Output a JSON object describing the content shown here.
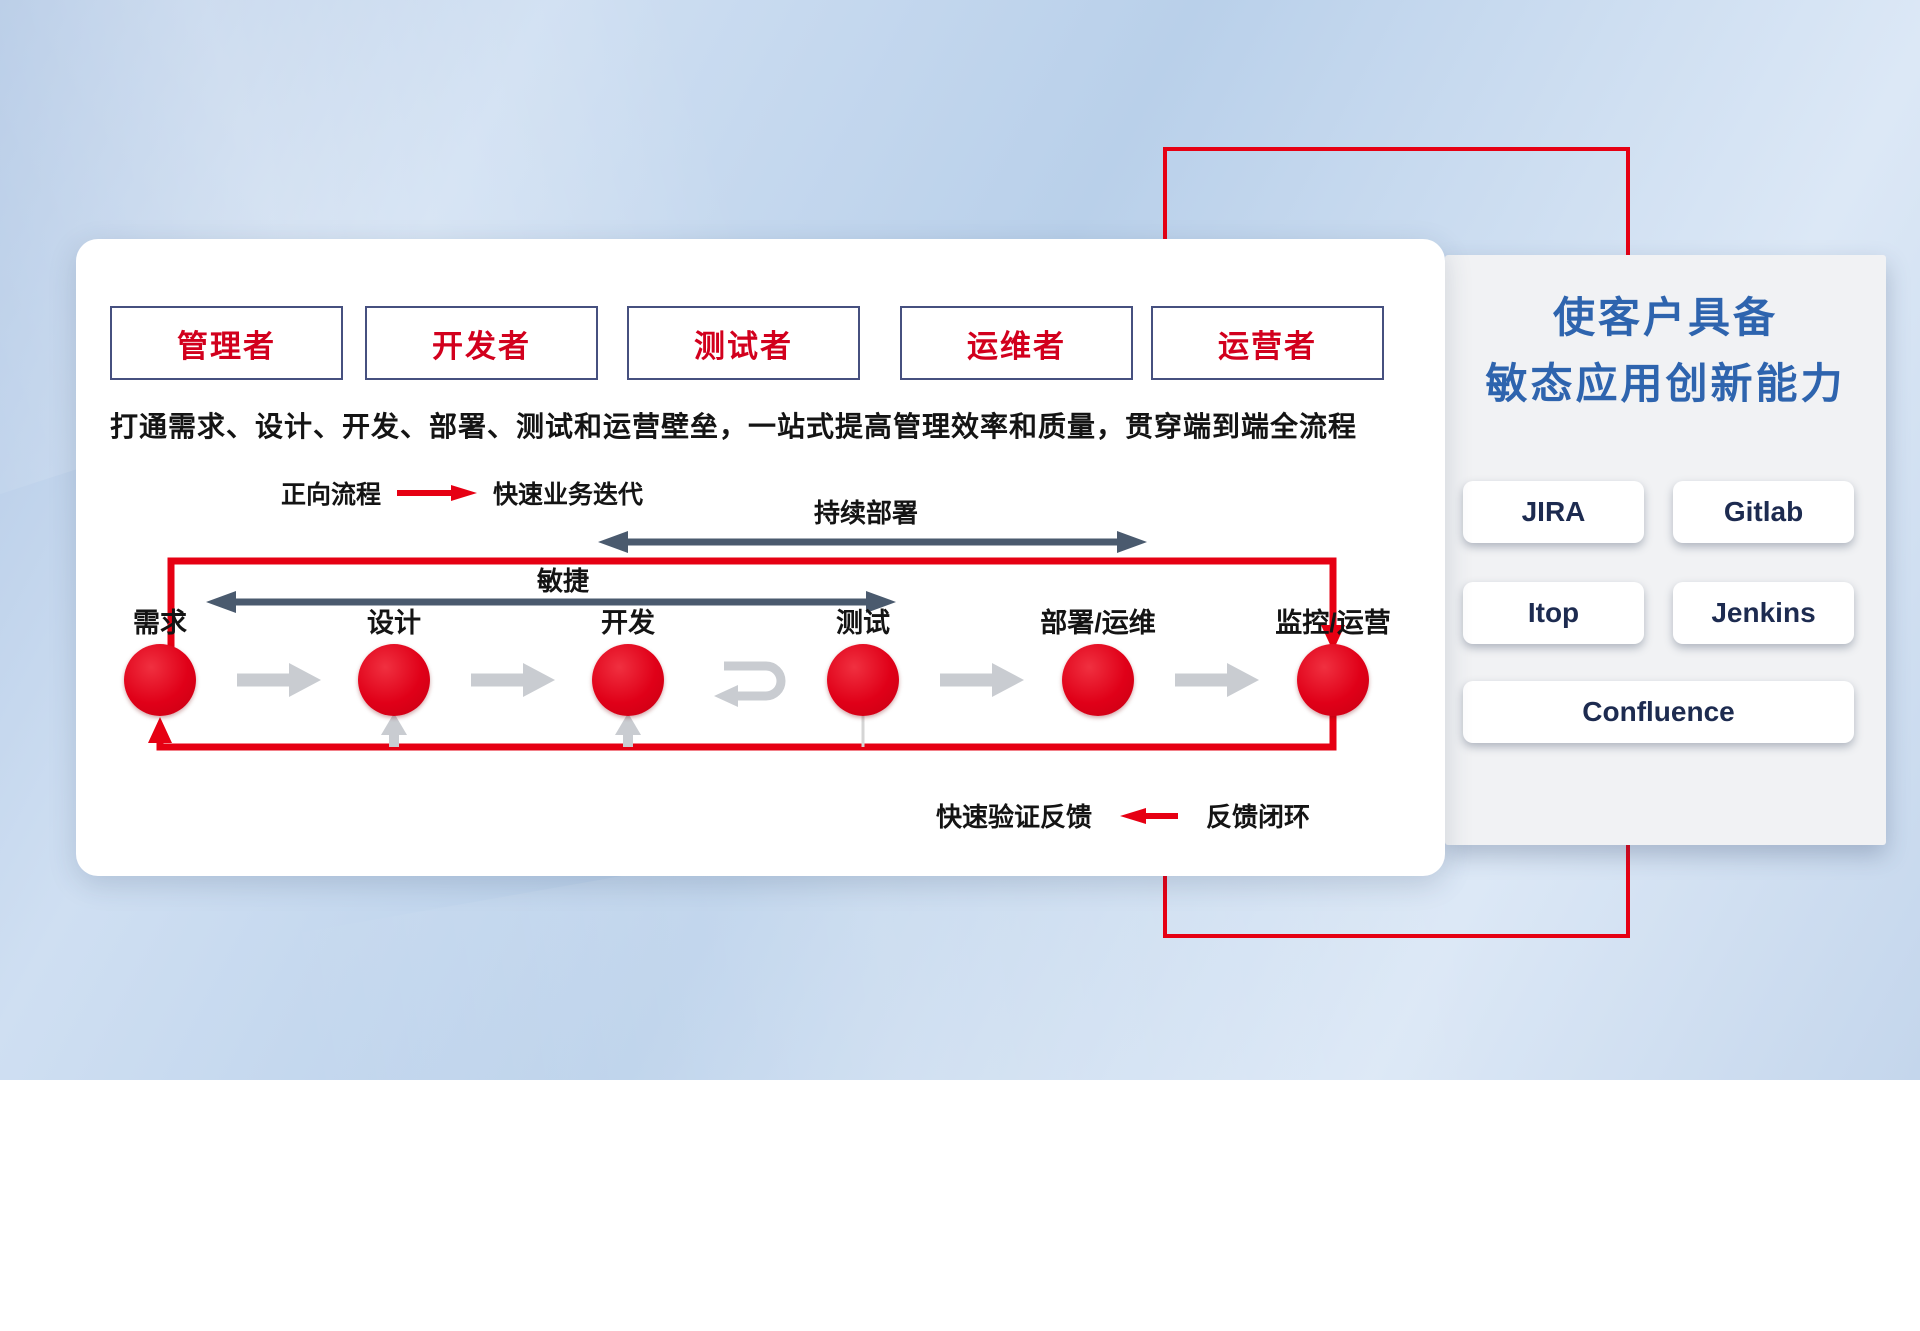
{
  "card": {
    "roles": [
      "管理者",
      "开发者",
      "测试者",
      "运维者",
      "运营者"
    ],
    "description": "打通需求、设计、开发、部署、测试和运营壁垒，一站式提高管理效率和质量，贯穿端到端全流程",
    "legend": {
      "forward_label": "正向流程",
      "forward_desc": "快速业务迭代"
    },
    "spans": {
      "continuous_deployment": "持续部署",
      "agile": "敏捷"
    },
    "steps": [
      "需求",
      "设计",
      "开发",
      "测试",
      "部署/运维",
      "监控/运营"
    ],
    "feedback": {
      "desc": "快速验证反馈",
      "label": "反馈闭环"
    }
  },
  "panel": {
    "title_line1": "使客户具备",
    "title_line2": "敏态应用创新能力",
    "tools": [
      "JIRA",
      "Gitlab",
      "Itop",
      "Jenkins",
      "Confluence"
    ]
  },
  "colors": {
    "red": "#e60013",
    "dark_arrow": "#4a5a6e",
    "gray_arrow": "#c9ccd1",
    "title_blue": "#2e64ae"
  }
}
